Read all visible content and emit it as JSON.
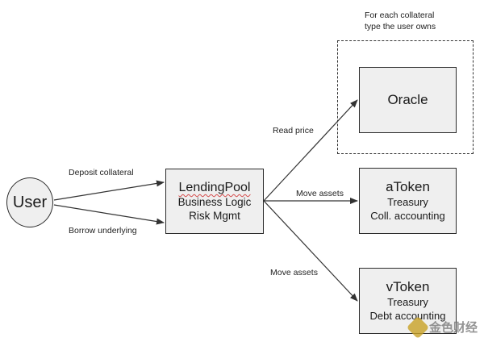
{
  "nodes": {
    "user": "User",
    "lending_pool": {
      "title": "LendingPool",
      "line1": "Business Logic",
      "line2": "Risk Mgmt"
    },
    "oracle": "Oracle",
    "atoken": {
      "title": "aToken",
      "line1": "Treasury",
      "line2": "Coll. accounting"
    },
    "vtoken": {
      "title": "vToken",
      "line1": "Treasury",
      "line2": "Debt accounting"
    }
  },
  "edge_labels": {
    "deposit": "Deposit collateral",
    "borrow": "Borrow underlying",
    "read_price": "Read price",
    "move_assets_a": "Move assets",
    "move_assets_v": "Move assets"
  },
  "note": {
    "line1": "For each collateral",
    "line2": "type the user owns"
  },
  "watermark": {
    "text": "金色财经"
  },
  "colors": {
    "node_fill": "#efefef",
    "stroke": "#2b2b2b"
  }
}
